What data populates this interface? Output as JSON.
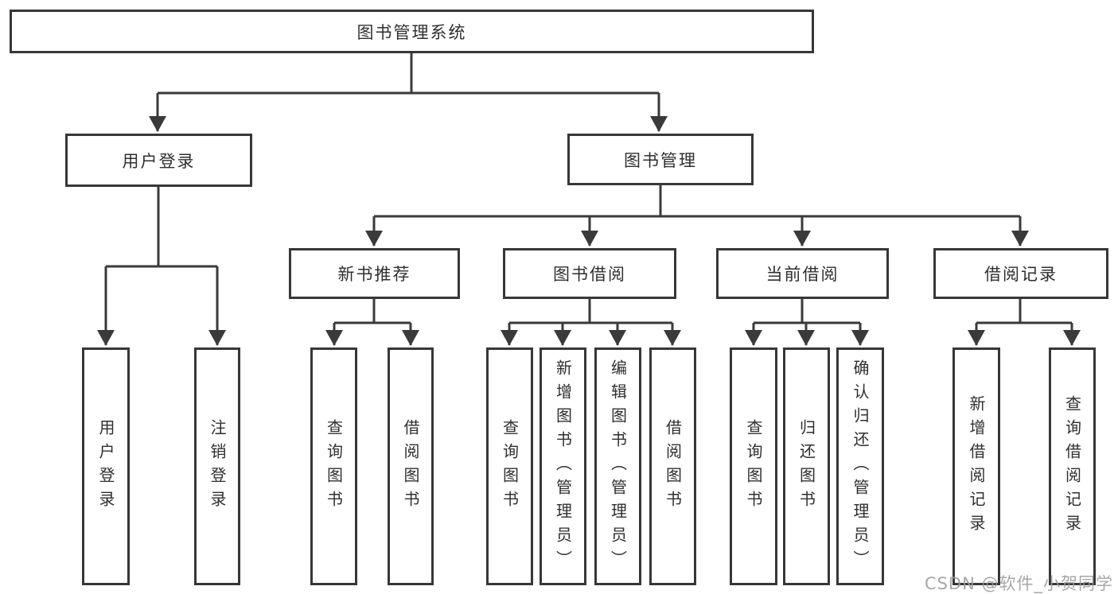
{
  "diagram": {
    "type": "hierarchy-tree",
    "nodes": {
      "root": "图书管理系统",
      "user_login": "用户登录",
      "book_mgmt": "图书管理",
      "new_books": "新书推荐",
      "book_borrow": "图书借阅",
      "current_borrow": "当前借阅",
      "borrow_records": "借阅记录",
      "leaf_user_login": "用户登录",
      "leaf_logout": "注销登录",
      "nb_query_books": "查询图书",
      "nb_borrow_books": "借阅图书",
      "bb_query_books": "查询图书",
      "bb_add_books": "新增图书（管理员）",
      "bb_edit_books": "编辑图书（管理员）",
      "bb_borrow_books": "借阅图书",
      "cb_query_books": "查询图书",
      "cb_return_books": "归还图书",
      "cb_confirm_return": "确认归还（管理员）",
      "br_add_record": "新增借阅记录",
      "br_query_record": "查询借阅记录"
    },
    "edges": [
      [
        "root",
        "user_login"
      ],
      [
        "root",
        "book_mgmt"
      ],
      [
        "user_login",
        "leaf_user_login"
      ],
      [
        "user_login",
        "leaf_logout"
      ],
      [
        "book_mgmt",
        "new_books"
      ],
      [
        "book_mgmt",
        "book_borrow"
      ],
      [
        "book_mgmt",
        "current_borrow"
      ],
      [
        "book_mgmt",
        "borrow_records"
      ],
      [
        "new_books",
        "nb_query_books"
      ],
      [
        "new_books",
        "nb_borrow_books"
      ],
      [
        "book_borrow",
        "bb_query_books"
      ],
      [
        "book_borrow",
        "bb_add_books"
      ],
      [
        "book_borrow",
        "bb_edit_books"
      ],
      [
        "book_borrow",
        "bb_borrow_books"
      ],
      [
        "current_borrow",
        "cb_query_books"
      ],
      [
        "current_borrow",
        "cb_return_books"
      ],
      [
        "current_borrow",
        "cb_confirm_return"
      ],
      [
        "borrow_records",
        "br_add_record"
      ],
      [
        "borrow_records",
        "br_query_record"
      ]
    ],
    "colors": {
      "background": "#ffffff",
      "line": "#3a3a3a",
      "box_border": "#373737",
      "text": "#2f2f2f",
      "watermark": "#9e9e9e"
    }
  },
  "watermark": "CSDN @软件_小贺同学"
}
